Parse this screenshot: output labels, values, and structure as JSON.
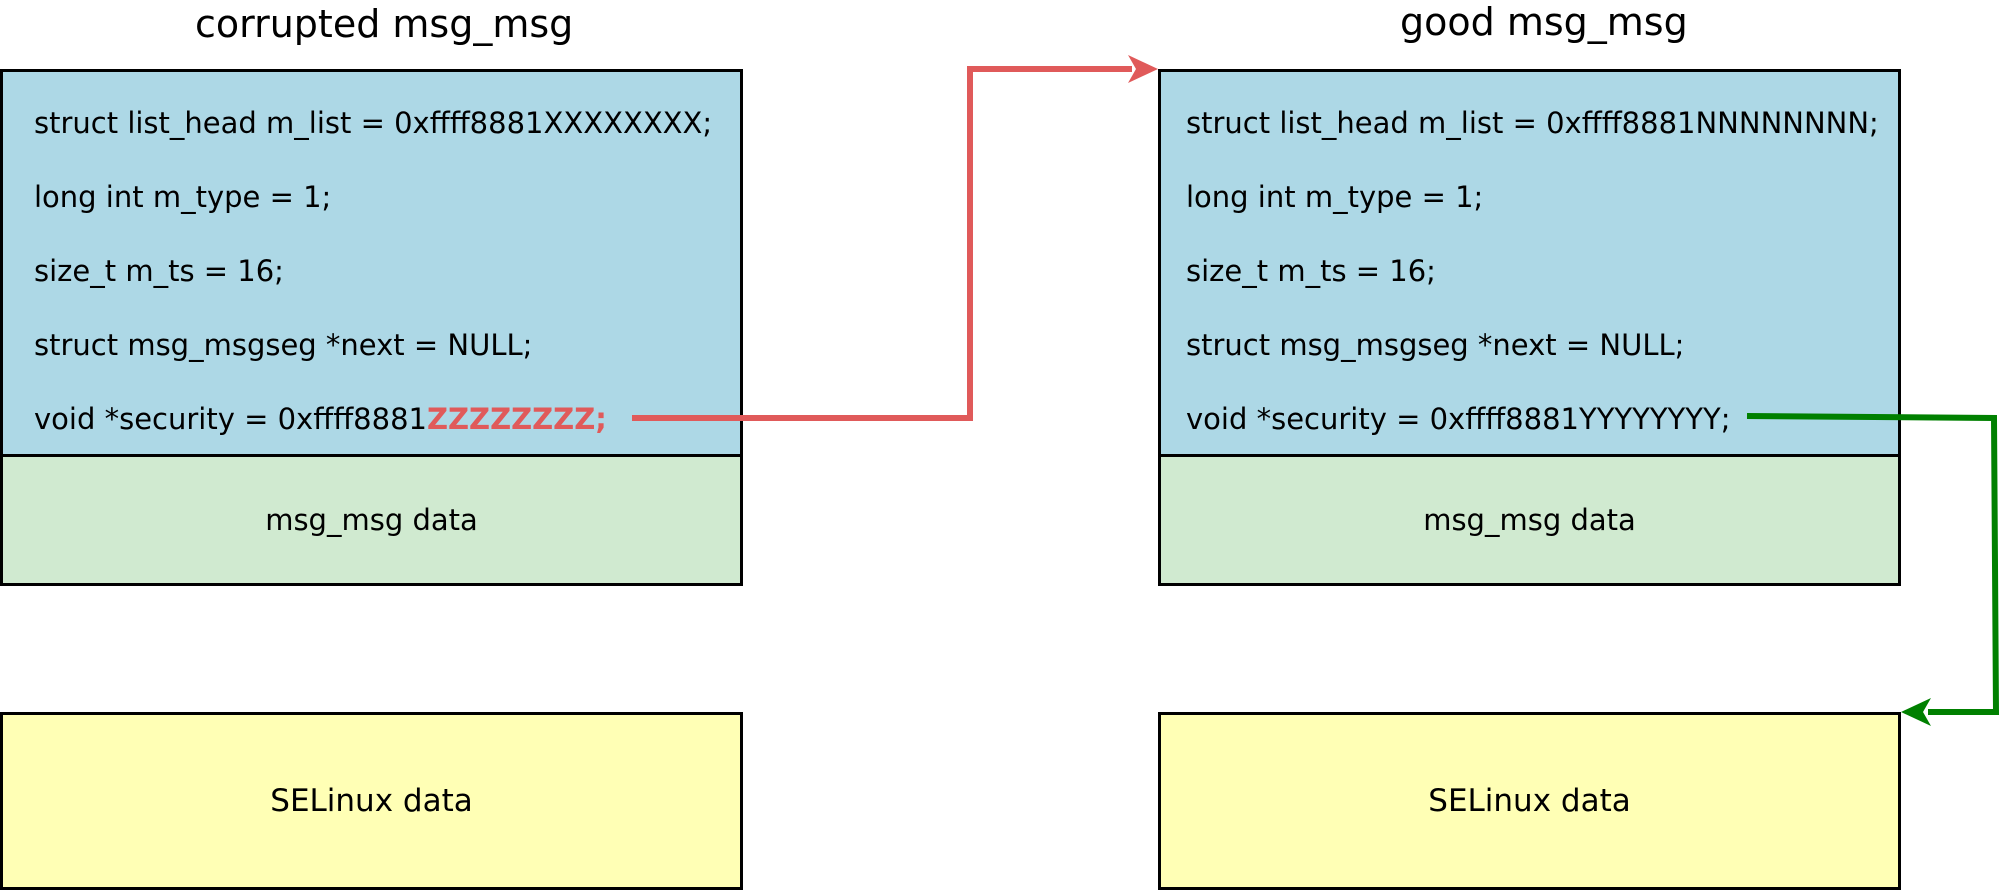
{
  "left": {
    "title": "corrupted msg_msg",
    "fields": [
      "struct list_head m_list = 0xffff8881XXXXXXXX;",
      "long int m_type = 1;",
      "size_t m_ts = 16;",
      "struct msg_msgseg *next = NULL;"
    ],
    "security_prefix": "void *security = 0xffff8881",
    "security_corrupt": "ZZZZZZZZ;",
    "data_label": "msg_msg data",
    "selinux_label": "SELinux data"
  },
  "right": {
    "title": "good msg_msg",
    "fields": [
      "struct list_head m_list = 0xffff8881NNNNNNNN;",
      "long int m_type = 1;",
      "size_t m_ts = 16;",
      "struct msg_msgseg *next = NULL;",
      "void *security = 0xffff8881YYYYYYYY;"
    ],
    "data_label": "msg_msg data",
    "selinux_label": "SELinux data"
  },
  "colors": {
    "struct_fill": "#add8e6",
    "data_fill": "#d0ead0",
    "selinux_fill": "#ffffb5",
    "red_arrow": "#e05a5a",
    "green_arrow": "#008000"
  }
}
